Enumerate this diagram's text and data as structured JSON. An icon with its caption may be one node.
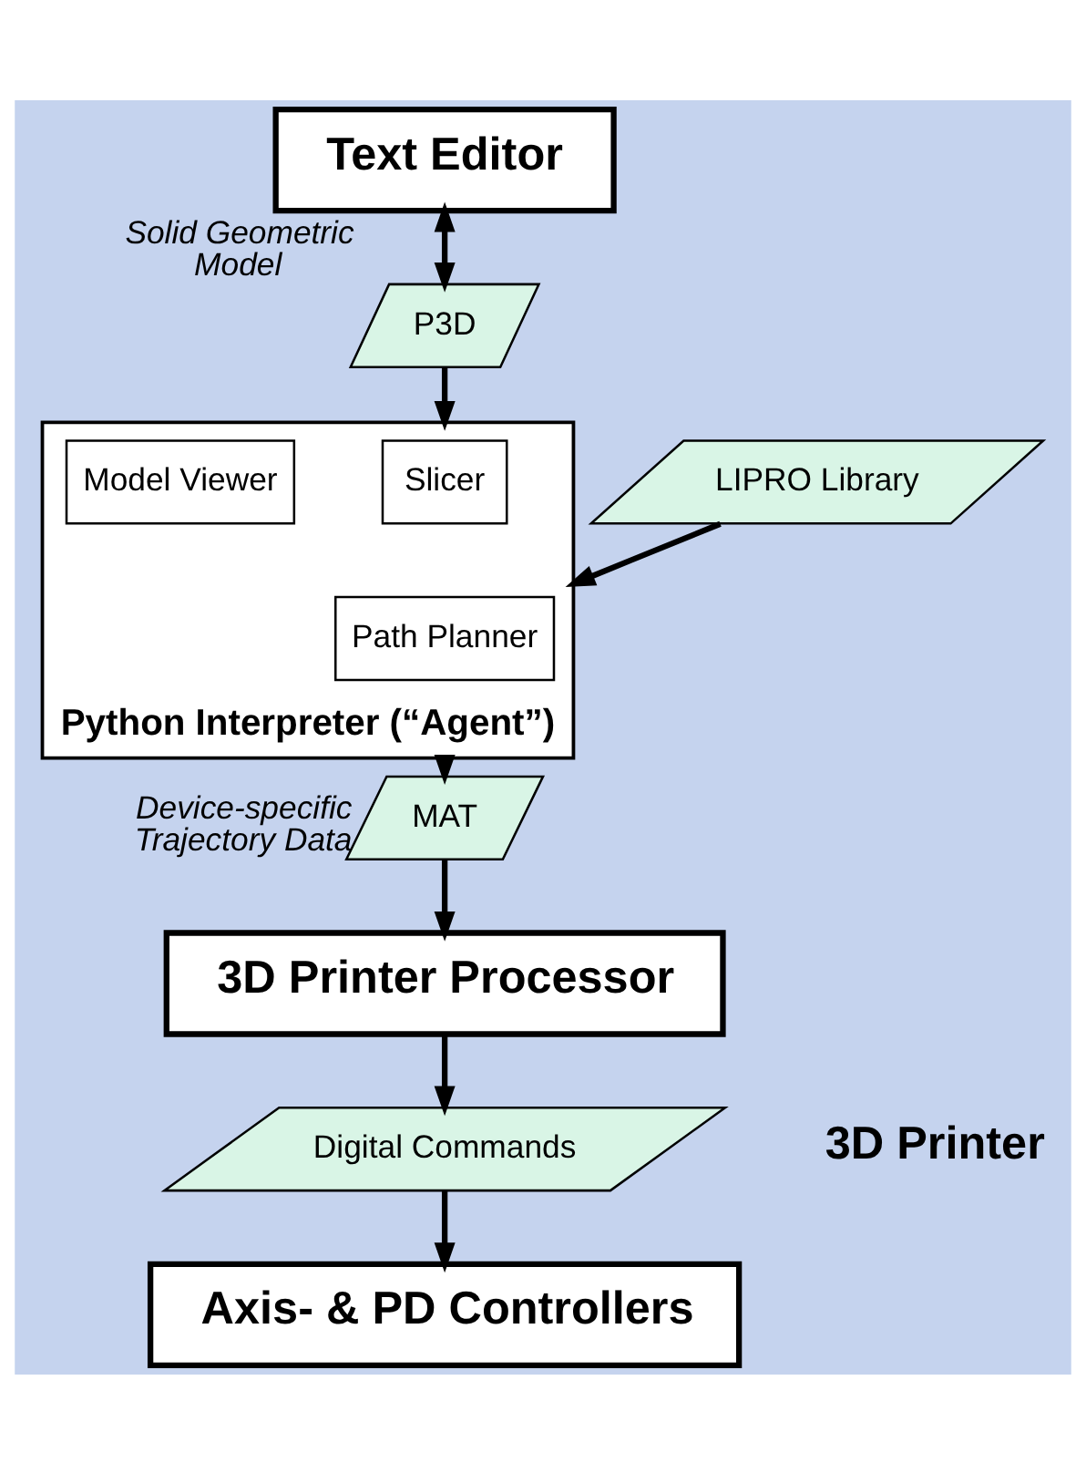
{
  "diagram": {
    "nodes": [
      {
        "text": [
          "Text Editor"
        ]
      },
      {
        "text": [
          "P3D"
        ],
        "beside": [
          "Solid Geometric Model"
        ]
      },
      {
        "text": [
          "Python Interpreter (“Agent”)"
        ]
      },
      {
        "text": [
          "Slicer"
        ],
        "in": 2
      },
      {
        "text": [
          "Path Planner"
        ],
        "in": 2
      },
      {
        "text": [
          "Model Viewer"
        ],
        "in": 2
      },
      {
        "text": [
          "LIPRO Library"
        ]
      },
      {
        "text": [
          "MAT"
        ],
        "beside": [
          "Device-specific Trajectory Data"
        ]
      },
      {
        "text": [
          "3D Printer Processor"
        ]
      },
      {
        "text": [
          "Digital Commands"
        ]
      },
      {
        "text": [
          "Axis- & PD Controllers"
        ]
      }
    ],
    "edges": [
      {
        "from": 0,
        "to": 1,
        "arrow": "both"
      },
      {
        "from": 1,
        "to": 2,
        "arrow": "to"
      },
      {
        "from": 6,
        "to": 2,
        "arrow": "to"
      },
      {
        "from": 2,
        "to": 7,
        "arrow": "to"
      },
      {
        "from": 7,
        "to": 8,
        "arrow": "to"
      },
      {
        "from": 8,
        "to": 9,
        "arrow": "to"
      },
      {
        "from": 9,
        "to": 10,
        "arrow": "to"
      }
    ],
    "labels": [
      "3D Printer"
    ]
  }
}
